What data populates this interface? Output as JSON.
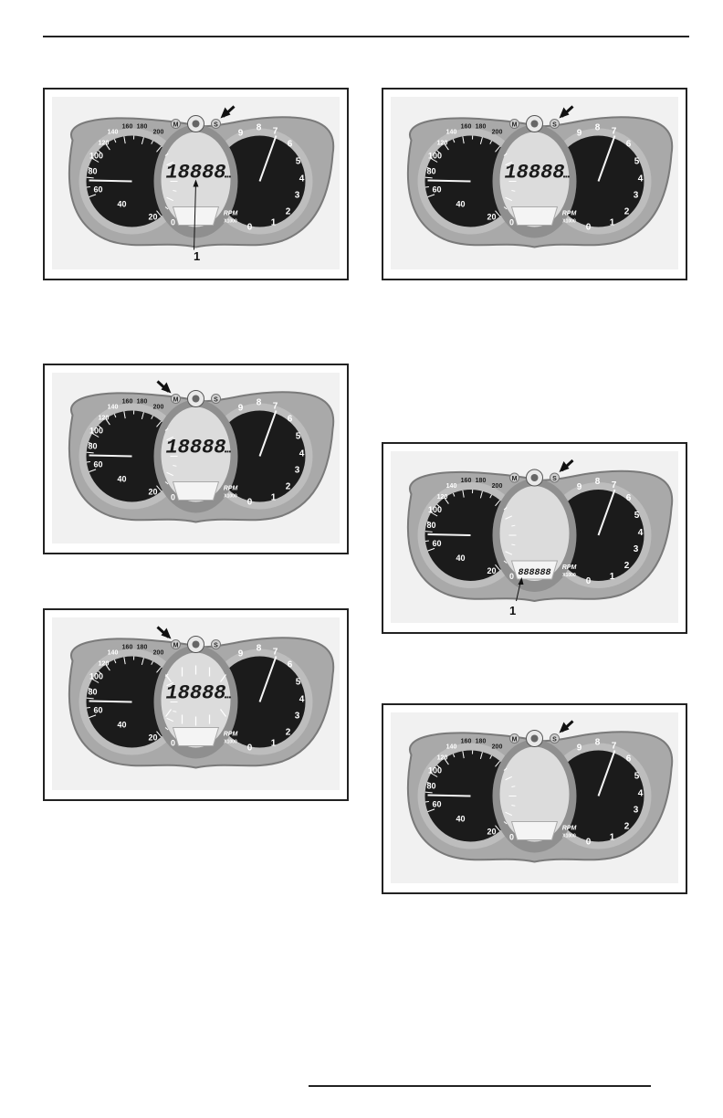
{
  "figures": [
    {
      "id": "fig-a",
      "arrow_target": "s",
      "lcd_display": "18888",
      "lower_display": "",
      "callout_label": "1",
      "callout_target": "lcd",
      "speed_labels": [
        "20",
        "40",
        "60",
        "80",
        "100",
        "120",
        "140",
        "160",
        "180",
        "200",
        "0"
      ],
      "rpm_labels": [
        "0",
        "1",
        "2",
        "3",
        "4",
        "5",
        "6",
        "7",
        "8",
        "9"
      ],
      "rpm_unit": "RPM",
      "rpm_multiplier": "X1000",
      "button_left": "M",
      "button_right": "S"
    },
    {
      "id": "fig-b",
      "arrow_target": "s",
      "lcd_display": "18888",
      "lower_display": "",
      "callout_label": "",
      "callout_target": "",
      "speed_labels": [
        "20",
        "40",
        "60",
        "80",
        "100",
        "120",
        "140",
        "160",
        "180",
        "200",
        "0"
      ],
      "rpm_labels": [
        "0",
        "1",
        "2",
        "3",
        "4",
        "5",
        "6",
        "7",
        "8",
        "9"
      ],
      "rpm_unit": "RPM",
      "rpm_multiplier": "X1000",
      "button_left": "M",
      "button_right": "S"
    },
    {
      "id": "fig-c",
      "arrow_target": "m",
      "lcd_display": "18888",
      "lower_display": "",
      "callout_label": "",
      "callout_target": "",
      "speed_labels": [
        "20",
        "40",
        "60",
        "80",
        "100",
        "120",
        "140",
        "160",
        "180",
        "200",
        "0"
      ],
      "rpm_labels": [
        "0",
        "1",
        "2",
        "3",
        "4",
        "5",
        "6",
        "7",
        "8",
        "9"
      ],
      "rpm_unit": "RPM",
      "rpm_multiplier": "X1000",
      "button_left": "M",
      "button_right": "S"
    },
    {
      "id": "fig-d",
      "arrow_target": "m",
      "lcd_display": "18888",
      "lower_display": "",
      "callout_label": "",
      "callout_target": "",
      "blinking": true,
      "speed_labels": [
        "20",
        "40",
        "60",
        "80",
        "100",
        "120",
        "140",
        "160",
        "180",
        "200",
        "0"
      ],
      "rpm_labels": [
        "0",
        "1",
        "2",
        "3",
        "4",
        "5",
        "6",
        "7",
        "8",
        "9"
      ],
      "rpm_unit": "RPM",
      "rpm_multiplier": "X1000",
      "button_left": "M",
      "button_right": "S"
    },
    {
      "id": "fig-e",
      "arrow_target": "s",
      "lcd_display": "",
      "lower_display": "888888",
      "callout_label": "1",
      "callout_target": "lower",
      "speed_labels": [
        "20",
        "40",
        "60",
        "80",
        "100",
        "120",
        "140",
        "160",
        "180",
        "200",
        "0"
      ],
      "rpm_labels": [
        "0",
        "1",
        "2",
        "3",
        "4",
        "5",
        "6",
        "7",
        "8",
        "9"
      ],
      "rpm_unit": "RPM",
      "rpm_multiplier": "X1000",
      "button_left": "M",
      "button_right": "S"
    },
    {
      "id": "fig-f",
      "arrow_target": "s",
      "lcd_display": "",
      "lower_display": "",
      "callout_label": "",
      "callout_target": "",
      "speed_labels": [
        "20",
        "40",
        "60",
        "80",
        "100",
        "120",
        "140",
        "160",
        "180",
        "200",
        "0"
      ],
      "rpm_labels": [
        "0",
        "1",
        "2",
        "3",
        "4",
        "5",
        "6",
        "7",
        "8",
        "9"
      ],
      "rpm_unit": "RPM",
      "rpm_multiplier": "X1000",
      "button_left": "M",
      "button_right": "S"
    }
  ]
}
